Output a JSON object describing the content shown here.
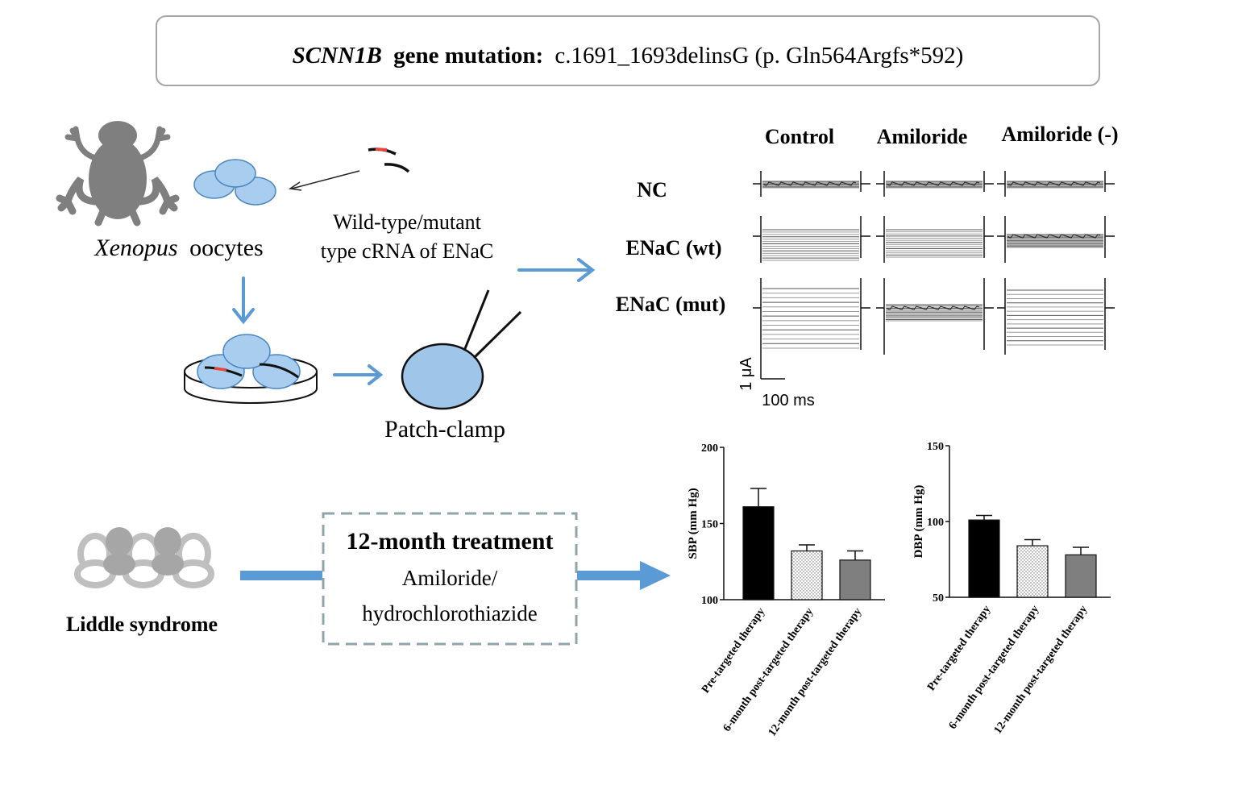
{
  "header": {
    "gene": "SCNN1B",
    "label": "gene mutation:",
    "mutation": "c.1691_1693delinsG (p. Gln564Argfs*592)"
  },
  "experiment": {
    "oocytes_species": "Xenopus",
    "oocytes_word": "oocytes",
    "crna_line1": "Wild-type/mutant",
    "crna_line2": "type cRNA of ENaC",
    "patch_label": "Patch-clamp"
  },
  "traces": {
    "columns": [
      "Control",
      "Amiloride",
      "Amiloride (-)"
    ],
    "rows": [
      "NC",
      "ENaC (wt)",
      "ENaC (mut)"
    ],
    "scale_y": "1 μA",
    "scale_x": "100 ms"
  },
  "clinical": {
    "condition": "Liddle syndrome",
    "treatment_title": "12-month treatment",
    "treatment_line1": "Amiloride/",
    "treatment_line2": "hydrochlorothiazide"
  },
  "colors": {
    "arrow": "#5b9bd5",
    "oocyte": "#a9cdef",
    "frog": "#7f7f7f",
    "box_border": "#8fa5a9",
    "bar_fills": [
      "#000000",
      "#f2f2f2",
      "#7f7f7f"
    ]
  },
  "chart_data": [
    {
      "type": "bar",
      "ylabel": "SBP (mm Hg)",
      "categories": [
        "Pre-targeted therapy",
        "6-month post-targeted therapy",
        "12-month post-targeted therapy"
      ],
      "values": [
        161,
        132,
        126
      ],
      "errors": [
        12,
        4,
        6
      ],
      "ylim": [
        100,
        200
      ],
      "yticks": [
        "100",
        "150",
        "200"
      ]
    },
    {
      "type": "bar",
      "ylabel": "DBP (mm Hg)",
      "categories": [
        "Pre-targeted therapy",
        "6-month post-targeted therapy",
        "12-month post-targeted therapy"
      ],
      "values": [
        101,
        84,
        78
      ],
      "errors": [
        3,
        4,
        5
      ],
      "ylim": [
        50,
        150
      ],
      "yticks": [
        "50",
        "100",
        "150"
      ]
    }
  ]
}
